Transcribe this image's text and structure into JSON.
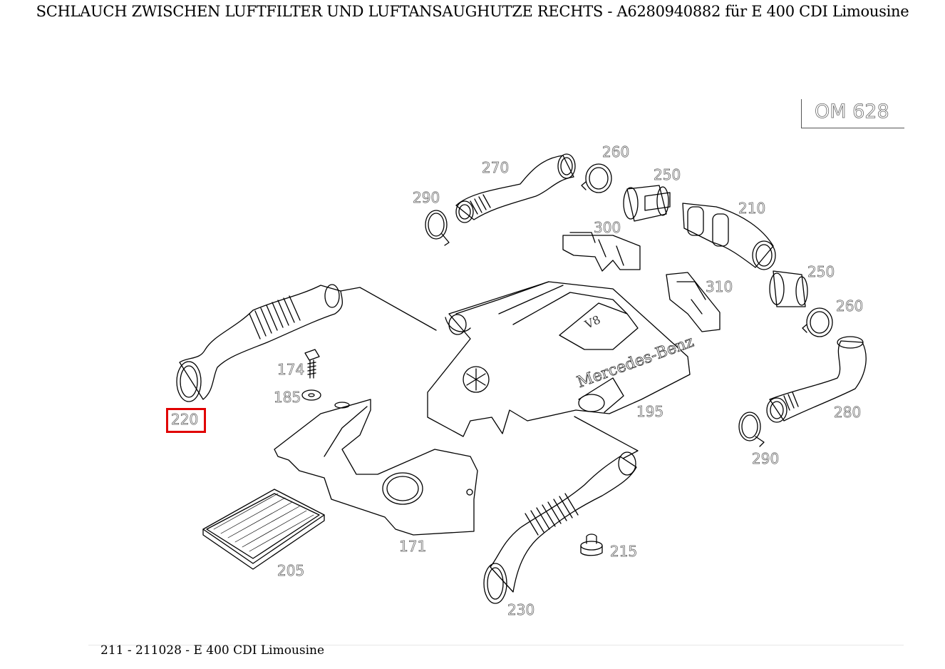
{
  "title": "SCHLAUCH ZWISCHEN LUFTFILTER UND LUFTANSAUGHUTZE RECHTS - A6280940882 für E 400 CDI Limousine",
  "footer": "211 - 211028 - E 400 CDI Limousine",
  "engine_code": "OM 628",
  "cover_brand": "Mercedes-Benz",
  "cover_badge": "V8",
  "highlight_color": "#e00000",
  "selected_part": "220",
  "parts": [
    "270",
    "260",
    "250",
    "290",
    "210",
    "300",
    "250",
    "310",
    "260",
    "174",
    "185",
    "220",
    "195",
    "280",
    "290",
    "171",
    "205",
    "215",
    "230"
  ]
}
